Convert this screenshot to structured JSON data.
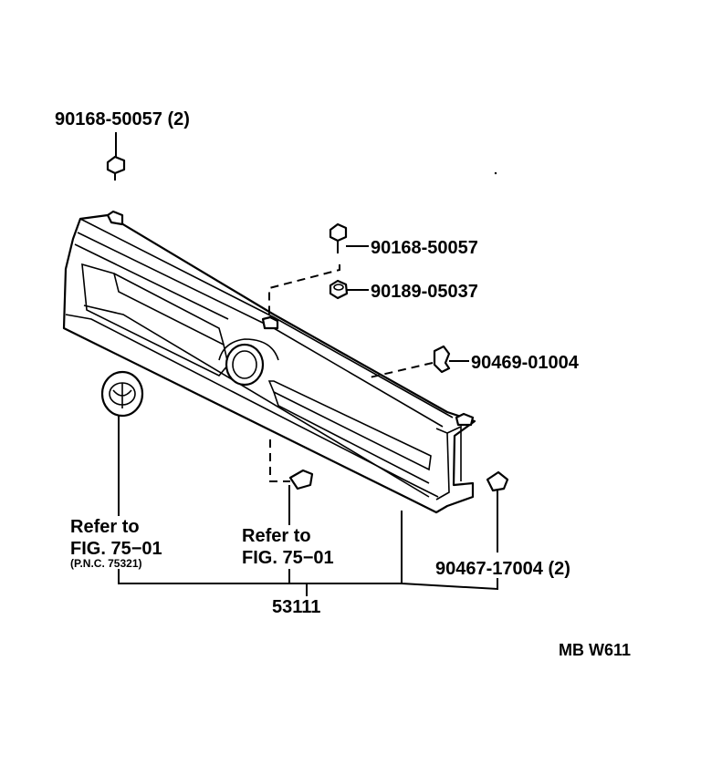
{
  "labels": {
    "bolt_top": "90168-50057 (2)",
    "bolt_right": "90168-50057",
    "nut": "90189-05037",
    "clip_a": "90469-01004",
    "refer_left_1": "Refer to",
    "refer_left_2": "FIG. 75−01",
    "refer_left_3": "(P.N.C. 75321)",
    "refer_mid_1": "Refer to",
    "refer_mid_2": "FIG. 75−01",
    "clip_b": "90467-17004 (2)",
    "main_part": "53111",
    "figure_code": "MB W611"
  }
}
